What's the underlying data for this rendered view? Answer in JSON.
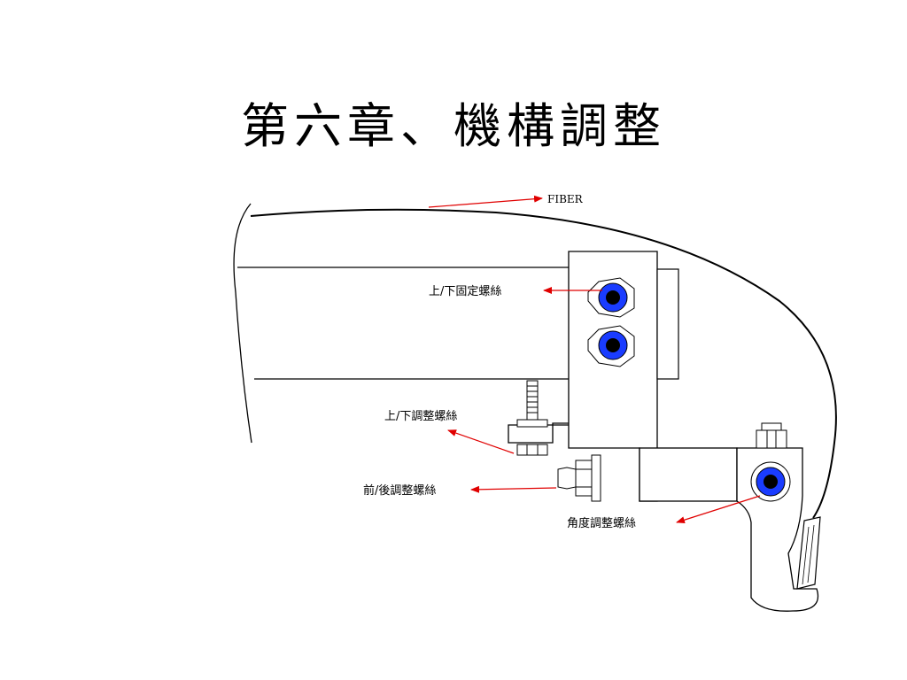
{
  "title": "第六章、機構調整",
  "labels": {
    "fiber": "FIBER",
    "updown_fix_screw": "上/下固定螺絲",
    "updown_adjust_screw": "上/下調整螺絲",
    "frontback_adjust_screw": "前/後調整螺絲",
    "angle_adjust_screw": "角度調整螺絲"
  },
  "colors": {
    "arrow": "#e00000",
    "screw_outer": "#1a3cff",
    "screw_inner": "#000000",
    "line": "#000000"
  }
}
